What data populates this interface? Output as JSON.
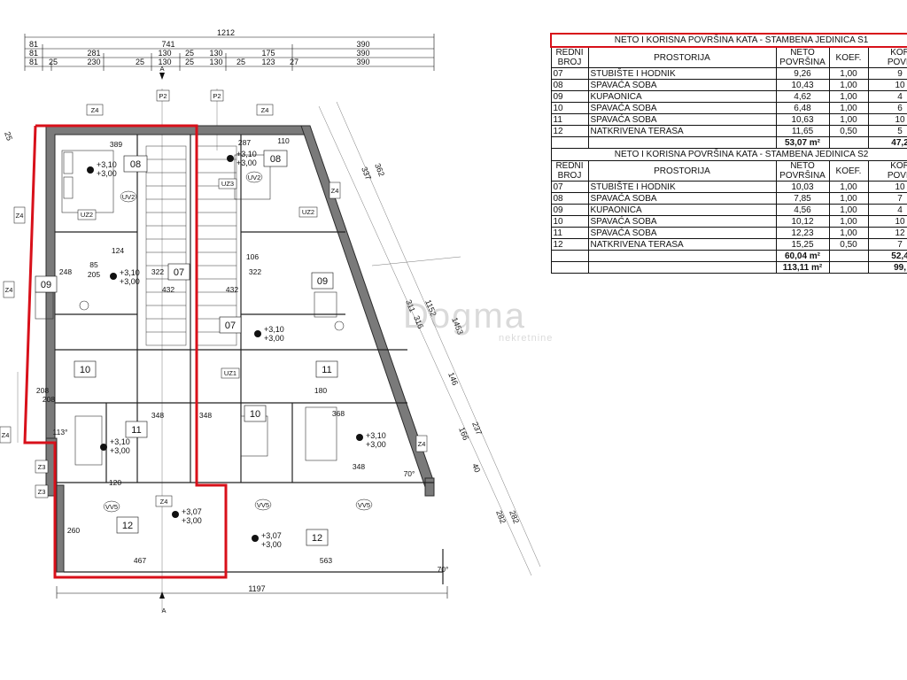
{
  "dims": {
    "top": [
      "1212"
    ],
    "row1": [
      "81",
      "741",
      "390"
    ],
    "row2": [
      "81",
      "281",
      "130",
      "25",
      "130",
      "175",
      "390"
    ],
    "row3": [
      "81",
      "25",
      "230",
      "25",
      "130",
      "25",
      "130",
      "25",
      "123",
      "27",
      "390"
    ],
    "bottom": "1197",
    "left_total": "25",
    "right_diag": [
      "337",
      "362",
      "1152",
      "311",
      "316",
      "1453",
      "146",
      "166",
      "237",
      "40",
      "282",
      "282"
    ]
  },
  "rooms": [
    {
      "label": "08"
    },
    {
      "label": "08"
    },
    {
      "label": "07"
    },
    {
      "label": "07"
    },
    {
      "label": "09"
    },
    {
      "label": "09"
    },
    {
      "label": "10"
    },
    {
      "label": "10"
    },
    {
      "label": "11"
    },
    {
      "label": "11"
    },
    {
      "label": "12"
    },
    {
      "label": "12"
    }
  ],
  "levels": [
    {
      "a": "+3,10",
      "b": "+3,00"
    },
    {
      "a": "+3,10",
      "b": "+3,00"
    },
    {
      "a": "+3,10",
      "b": "+3,00"
    },
    {
      "a": "+3,10",
      "b": "+3,00"
    },
    {
      "a": "+3,10",
      "b": "+3,00"
    },
    {
      "a": "+3,10",
      "b": "+3,00"
    },
    {
      "a": "+3,07",
      "b": "+3,00"
    },
    {
      "a": "+3,07",
      "b": "+3,00"
    }
  ],
  "tags": [
    "Z4",
    "Z4",
    "Z4",
    "Z4",
    "Z4",
    "Z4",
    "Z4",
    "Z4",
    "Z3",
    "Z3",
    "P2",
    "P2",
    "UV2",
    "UV2",
    "UZ2",
    "UZ2",
    "UZ3",
    "UZ1",
    "VV5",
    "VV5",
    "VV5",
    "A",
    "A"
  ],
  "inner_dims": [
    "389",
    "287",
    "110",
    "124",
    "248",
    "322",
    "432",
    "432",
    "322",
    "208",
    "208",
    "348",
    "348",
    "368",
    "348",
    "260",
    "467",
    "563",
    "113°",
    "70°",
    "70°",
    "180",
    "106",
    "85",
    "205",
    "120"
  ],
  "table": {
    "s1_title": "NETO I KORISNA POVRŠINA KATA - STAMBENA JEDINICA S1",
    "s2_title": "NETO I KORISNA POVRŠINA KATA - STAMBENA JEDINICA S2",
    "headers": {
      "redni": "REDNI",
      "broj": "BROJ",
      "prostorija": "PROSTORIJA",
      "neto": "NETO",
      "povrsina": "POVRŠINA",
      "koef": "KOEF.",
      "korisna": "KOR",
      "korisna2": "POVR"
    },
    "s1_rows": [
      {
        "no": "07",
        "name": "STUBIŠTE I HODNIK",
        "neto": "9,26",
        "koef": "1,00",
        "kor": "9"
      },
      {
        "no": "08",
        "name": "SPAVAĆA SOBA",
        "neto": "10,43",
        "koef": "1,00",
        "kor": "10"
      },
      {
        "no": "09",
        "name": "KUPAONICA",
        "neto": "4,62",
        "koef": "1,00",
        "kor": "4"
      },
      {
        "no": "10",
        "name": "SPAVAĆA SOBA",
        "neto": "6,48",
        "koef": "1,00",
        "kor": "6"
      },
      {
        "no": "11",
        "name": "SPAVAĆA SOBA",
        "neto": "10,63",
        "koef": "1,00",
        "kor": "10"
      },
      {
        "no": "12",
        "name": "NATKRIVENA TERASA",
        "neto": "11,65",
        "koef": "0,50",
        "kor": "5"
      }
    ],
    "s1_total": {
      "neto": "53,07 m²",
      "kor": "47,2"
    },
    "s2_rows": [
      {
        "no": "07",
        "name": "STUBIŠTE I HODNIK",
        "neto": "10,03",
        "koef": "1,00",
        "kor": "10"
      },
      {
        "no": "08",
        "name": "SPAVAĆA SOBA",
        "neto": "7,85",
        "koef": "1,00",
        "kor": "7"
      },
      {
        "no": "09",
        "name": "KUPAONICA",
        "neto": "4,56",
        "koef": "1,00",
        "kor": "4"
      },
      {
        "no": "10",
        "name": "SPAVAĆA SOBA",
        "neto": "10,12",
        "koef": "1,00",
        "kor": "10"
      },
      {
        "no": "11",
        "name": "SPAVAĆA SOBA",
        "neto": "12,23",
        "koef": "1,00",
        "kor": "12"
      },
      {
        "no": "12",
        "name": "NATKRIVENA TERASA",
        "neto": "15,25",
        "koef": "0,50",
        "kor": "7"
      }
    ],
    "s2_total": {
      "neto": "60,04 m²",
      "kor": "52,4"
    },
    "grand_total": {
      "neto": "113,11 m²",
      "kor": "99,"
    }
  },
  "watermark": {
    "brand": "Dogma",
    "tagline": "nekretnine"
  },
  "colors": {
    "highlight": "#d8101a",
    "wall": "#2b2b2b",
    "wall_fill": "#7a7a7a",
    "line": "#111111"
  }
}
